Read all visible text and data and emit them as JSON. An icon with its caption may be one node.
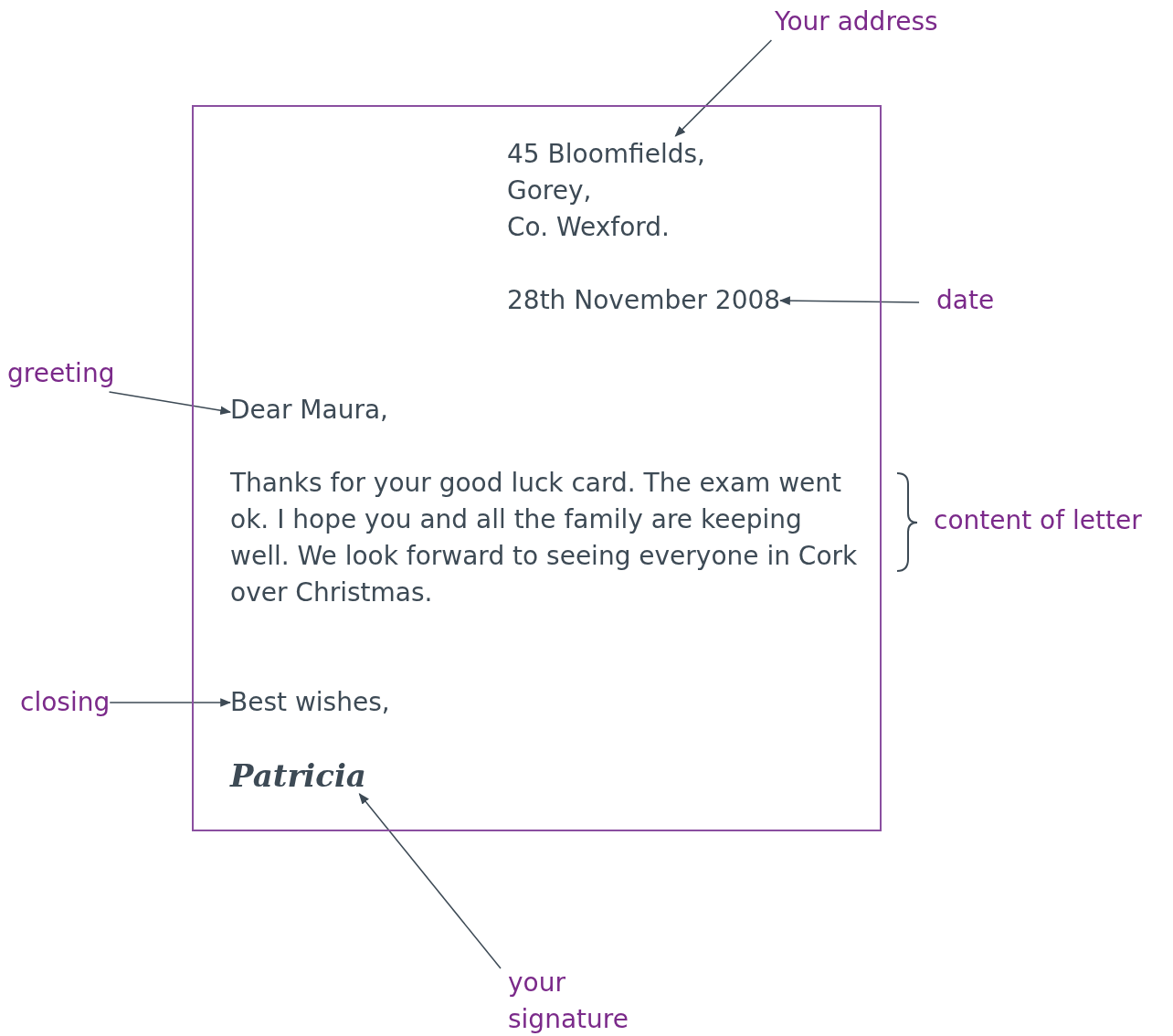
{
  "diagram": {
    "nodes": [
      {
        "text": [
          "Your address"
        ]
      },
      {
        "text": [],
        "shape": "box"
      },
      {
        "text": [
          "45 Bloomfields, Gorey, Co. Wexford."
        ],
        "in": 1
      },
      {
        "text": [
          "28th November 2008"
        ],
        "in": 1
      },
      {
        "text": [
          "date"
        ]
      },
      {
        "text": [
          "greeting"
        ]
      },
      {
        "text": [
          "Dear Maura,"
        ],
        "in": 1
      },
      {
        "text": [
          "Thanks for your good luck card. The exam went ok. I hope you and all the family are keeping well. We look forward to seeing everyone in Cork over Christmas."
        ],
        "in": 1
      },
      {
        "text": [
          "closing"
        ]
      },
      {
        "text": [
          "Best wishes,"
        ],
        "in": 1
      },
      {
        "text": [
          "Patricia"
        ],
        "in": 1
      },
      {
        "text": [
          "your signature"
        ]
      }
    ],
    "edges": [
      {
        "from": 0,
        "to": 2,
        "arrow": "to"
      },
      {
        "from": 4,
        "to": 3,
        "arrow": "to"
      },
      {
        "from": 5,
        "to": 6,
        "arrow": "to"
      },
      {
        "from": 8,
        "to": 9,
        "arrow": "to"
      },
      {
        "from": 11,
        "to": 10,
        "arrow": "to"
      }
    ],
    "labels": [
      "content of letter"
    ]
  }
}
